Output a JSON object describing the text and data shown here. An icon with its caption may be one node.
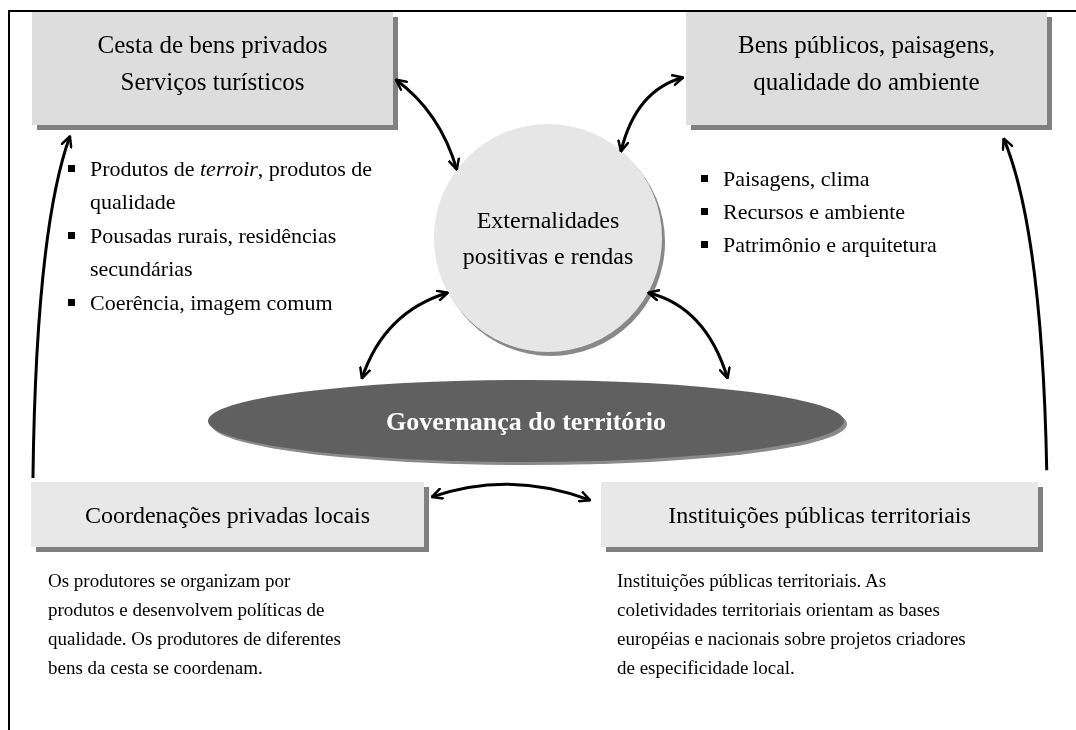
{
  "diagram": {
    "nodes": [
      {
        "text": [
          "Cesta de bens privados",
          "Serviços turísticos"
        ]
      },
      {
        "text": [
          "Bens públicos, paisagens, qualidade do ambiente"
        ]
      },
      {
        "text": [
          "Externalidades positivas e rendas"
        ]
      },
      {
        "text": [
          "Governança do território"
        ]
      },
      {
        "text": [
          "Coordenações privadas locais"
        ],
        "beside": [
          "Os produtores se organizam por produtos e desenvolvem políticas de qualidade. Os produtores de diferentes bens da cesta se coordenam."
        ]
      },
      {
        "text": [
          "Instituições públicas territoriais"
        ],
        "beside": [
          "Instituições públicas territoriais. As coletividades territoriais orientam as bases européias e nacionais sobre projetos criadores de especificidade local."
        ]
      }
    ],
    "edges": [
      {
        "from": 0,
        "to": 2,
        "arrow": "both"
      },
      {
        "from": 1,
        "to": 2,
        "arrow": "both"
      },
      {
        "from": 2,
        "to": 3,
        "arrow": "both"
      },
      {
        "from": 2,
        "to": 3,
        "arrow": "both"
      },
      {
        "from": 4,
        "to": 5,
        "arrow": "both"
      },
      {
        "from": 4,
        "to": 0,
        "arrow": "to"
      },
      {
        "from": 5,
        "to": 1,
        "arrow": "to"
      }
    ],
    "labels": [
      "Produtos de *terroir*, produtos de qualidade",
      "Pousadas rurais, residências secundárias",
      "Coerência, imagem comum",
      "Paisagens, clima",
      "Recursos e ambiente",
      "Patrimônio e arquitetura"
    ]
  }
}
